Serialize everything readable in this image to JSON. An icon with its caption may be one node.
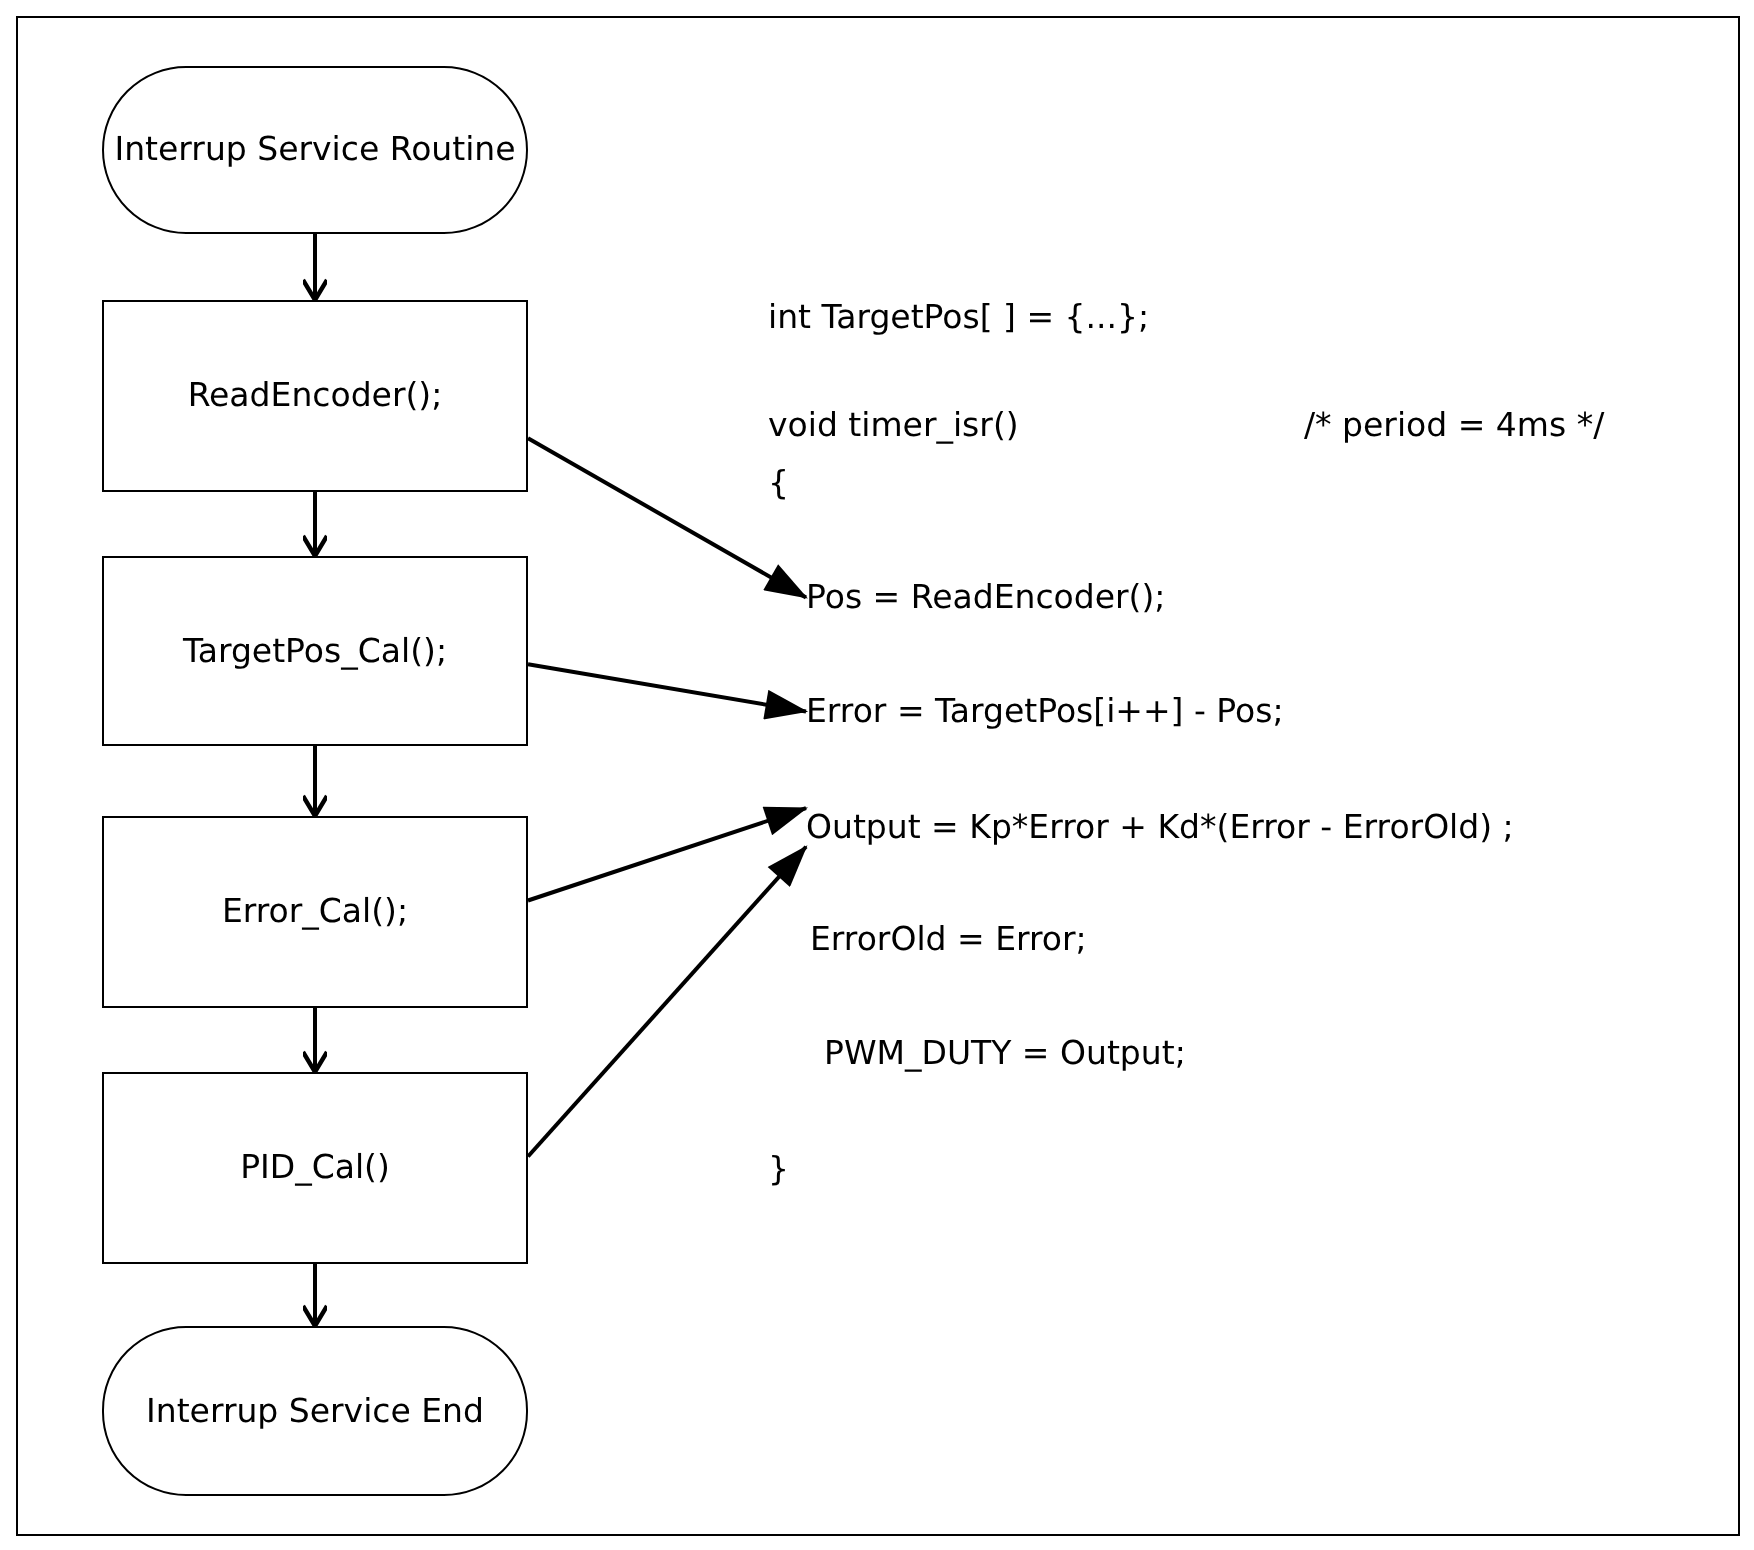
{
  "diagram": {
    "nodes": [
      {
        "text": [
          "Interrup Service Routine"
        ]
      },
      {
        "text": [
          "ReadEncoder();"
        ]
      },
      {
        "text": [
          "TargetPos_Cal();"
        ]
      },
      {
        "text": [
          "Error_Cal();"
        ]
      },
      {
        "text": [
          "PID_Cal()"
        ]
      },
      {
        "text": [
          "Interrup Service End"
        ]
      },
      {
        "text": [
          "Pos = ReadEncoder();"
        ]
      },
      {
        "text": [
          "Error = TargetPos[i++] - Pos;"
        ]
      },
      {
        "text": [
          "Output = Kp*Error + Kd*(Error - ErrorOld) ;"
        ]
      }
    ],
    "edges": [
      {
        "from": 0,
        "to": 1,
        "arrow": "to"
      },
      {
        "from": 1,
        "to": 2,
        "arrow": "to"
      },
      {
        "from": 2,
        "to": 3,
        "arrow": "to"
      },
      {
        "from": 3,
        "to": 4,
        "arrow": "to"
      },
      {
        "from": 4,
        "to": 5,
        "arrow": "to"
      },
      {
        "from": 1,
        "to": 6,
        "arrow": "to"
      },
      {
        "from": 2,
        "to": 7,
        "arrow": "to"
      },
      {
        "from": 3,
        "to": 8,
        "arrow": "to"
      },
      {
        "from": 4,
        "to": 8,
        "arrow": "to"
      }
    ],
    "labels": [
      "int TargetPos[ ] = {...};",
      "void timer_isr()",
      "/* period = 4ms */",
      "{",
      "ErrorOld = Error;",
      "PWM_DUTY = Output;",
      "}"
    ]
  }
}
